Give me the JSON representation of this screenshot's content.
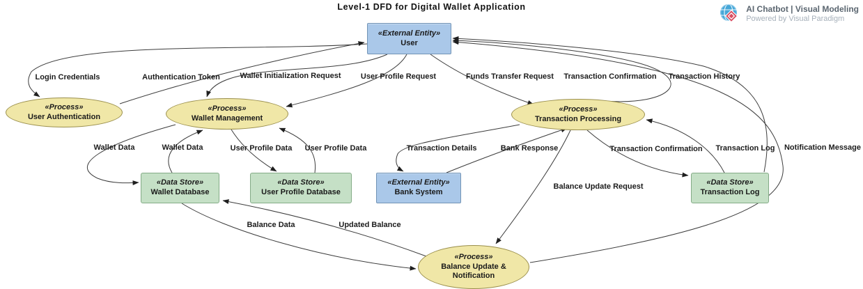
{
  "title": "Level-1 DFD for Digital Wallet Application",
  "brand": {
    "logo": "visual-paradigm-logo",
    "line1": "AI Chatbot | Visual Modeling",
    "line2": "Powered by Visual Paradigm"
  },
  "colors": {
    "process_fill": "#f0e7a7",
    "process_border": "#9a8f4c",
    "external_entity_fill": "#aac8e9",
    "external_entity_border": "#7293b5",
    "data_store_fill": "#c5e0c6",
    "data_store_border": "#83ab86",
    "flow_line": "#3c3c3c",
    "brand_logo_blue": "#46a7d8",
    "brand_logo_red": "#d94f63"
  },
  "nodes": [
    {
      "id": "user",
      "type": "external-entity",
      "stereotype": "«External Entity»",
      "name": "User"
    },
    {
      "id": "user-authentication",
      "type": "process",
      "stereotype": "«Process»",
      "name": "User Authentication"
    },
    {
      "id": "wallet-management",
      "type": "process",
      "stereotype": "«Process»",
      "name": "Wallet Management"
    },
    {
      "id": "transaction-processing",
      "type": "process",
      "stereotype": "«Process»",
      "name": "Transaction Processing"
    },
    {
      "id": "wallet-database",
      "type": "data-store",
      "stereotype": "«Data Store»",
      "name": "Wallet Database"
    },
    {
      "id": "user-profile-database",
      "type": "data-store",
      "stereotype": "«Data Store»",
      "name": "User Profile Database"
    },
    {
      "id": "bank-system",
      "type": "external-entity",
      "stereotype": "«External Entity»",
      "name": "Bank System"
    },
    {
      "id": "transaction-log",
      "type": "data-store",
      "stereotype": "«Data Store»",
      "name": "Transaction Log"
    },
    {
      "id": "balance-update-notification",
      "type": "process",
      "stereotype": "«Process»",
      "name": "Balance Update & Notification"
    }
  ],
  "flows": [
    {
      "id": "login-credentials",
      "label": "Login Credentials",
      "from": "User",
      "to": "User Authentication"
    },
    {
      "id": "authentication-token",
      "label": "Authentication Token",
      "from": "User Authentication",
      "to": "User"
    },
    {
      "id": "wallet-initialization-request",
      "label": "Wallet Initialization Request",
      "from": "User",
      "to": "Wallet Management"
    },
    {
      "id": "user-profile-request",
      "label": "User Profile Request",
      "from": "User",
      "to": "Wallet Management"
    },
    {
      "id": "funds-transfer-request",
      "label": "Funds Transfer Request",
      "from": "User",
      "to": "Transaction Processing"
    },
    {
      "id": "transaction-confirmation-to-user",
      "label": "Transaction Confirmation",
      "from": "Transaction Processing",
      "to": "User"
    },
    {
      "id": "transaction-history",
      "label": "Transaction History",
      "from": "Transaction Log",
      "to": "User"
    },
    {
      "id": "wallet-data-to-store",
      "label": "Wallet Data",
      "from": "Wallet Management",
      "to": "Wallet Database"
    },
    {
      "id": "wallet-data-to-process",
      "label": "Wallet Data",
      "from": "Wallet Database",
      "to": "Wallet Management"
    },
    {
      "id": "user-profile-data-to-store",
      "label": "User Profile Data",
      "from": "Wallet Management",
      "to": "User Profile Database"
    },
    {
      "id": "user-profile-data-to-process",
      "label": "User Profile Data",
      "from": "User Profile Database",
      "to": "Wallet Management"
    },
    {
      "id": "transaction-details",
      "label": "Transaction Details",
      "from": "Transaction Processing",
      "to": "Bank System"
    },
    {
      "id": "bank-response",
      "label": "Bank Response",
      "from": "Bank System",
      "to": "Transaction Processing"
    },
    {
      "id": "transaction-confirmation-to-log",
      "label": "Transaction Confirmation",
      "from": "Transaction Processing",
      "to": "Transaction Log"
    },
    {
      "id": "transaction-log-to-process",
      "label": "Transaction Log",
      "from": "Transaction Log",
      "to": "Transaction Processing"
    },
    {
      "id": "balance-update-request",
      "label": "Balance Update Request",
      "from": "Transaction Processing",
      "to": "Balance Update & Notification"
    },
    {
      "id": "notification-message",
      "label": "Notification Message",
      "from": "Balance Update & Notification",
      "to": "User"
    },
    {
      "id": "balance-data",
      "label": "Balance Data",
      "from": "Wallet Database",
      "to": "Balance Update & Notification"
    },
    {
      "id": "updated-balance",
      "label": "Updated Balance",
      "from": "Balance Update & Notification",
      "to": "Wallet Database"
    }
  ]
}
